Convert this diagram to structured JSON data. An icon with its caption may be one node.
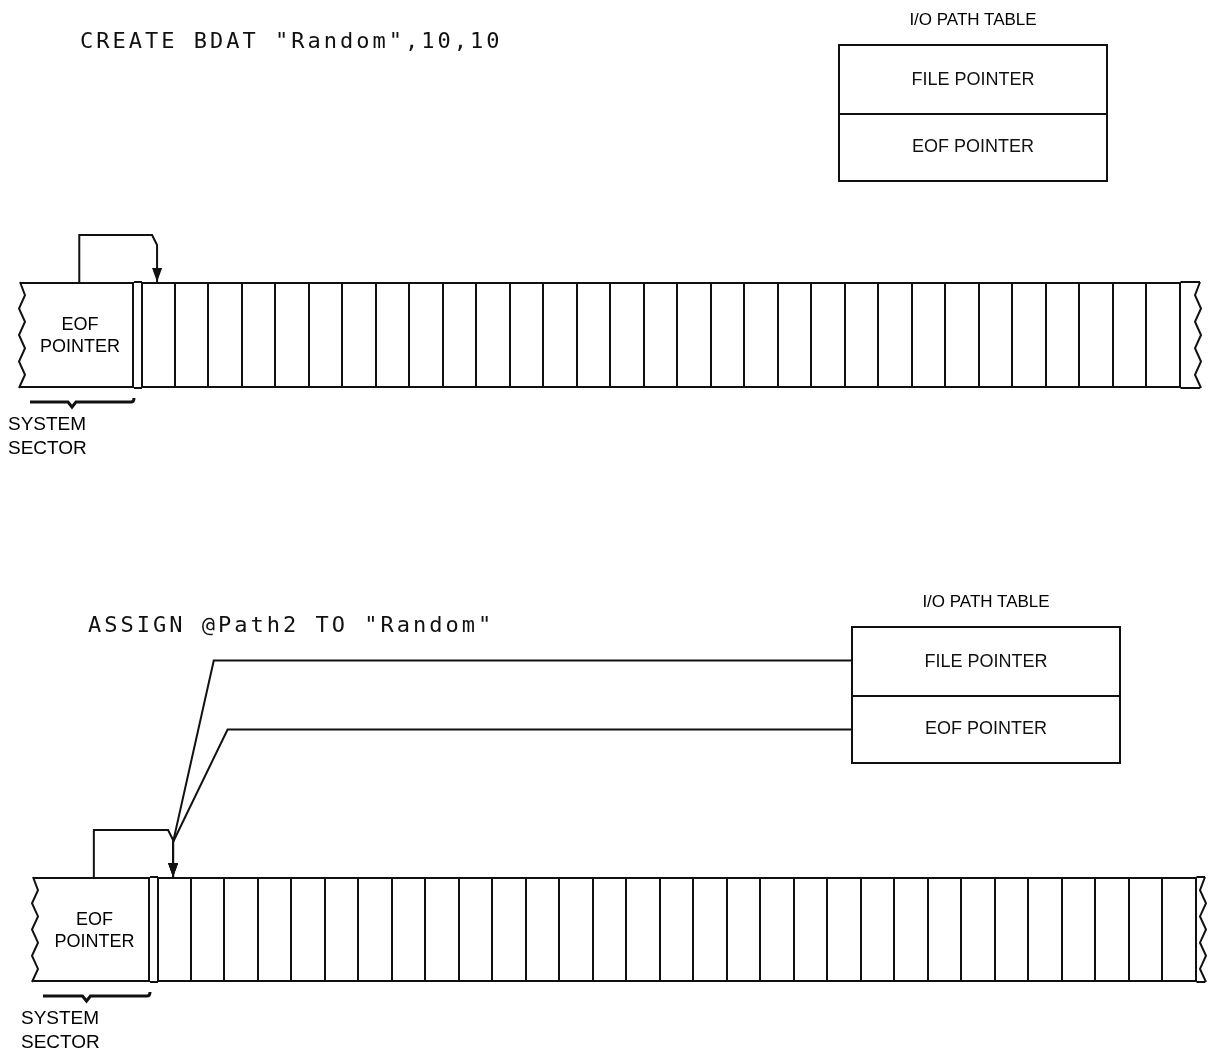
{
  "diagram": {
    "nodes": [
      {
        "text": [
          "I/O PATH TABLE"
        ]
      },
      {
        "text": [
          "FILE POINTER"
        ],
        "in": 0
      },
      {
        "text": [
          "EOF POINTER"
        ],
        "in": 0
      },
      {
        "text": [
          "EOF POINTER"
        ],
        "beside": [
          "SYSTEM SECTOR"
        ]
      },
      {
        "text": [],
        "shape": "box"
      },
      {
        "text": [
          "I/O PATH TABLE"
        ]
      },
      {
        "text": [
          "FILE POINTER"
        ],
        "in": 5
      },
      {
        "text": [
          "EOF POINTER"
        ],
        "in": 5
      },
      {
        "text": [
          "EOF POINTER"
        ],
        "beside": [
          "SYSTEM SECTOR"
        ]
      },
      {
        "text": [],
        "shape": "box"
      }
    ],
    "edges": [
      {
        "from": 3,
        "to": 4,
        "arrow": "to"
      },
      {
        "from": 8,
        "to": 9,
        "arrow": "to"
      },
      {
        "from": 6,
        "to": 9,
        "arrow": "to"
      },
      {
        "from": 7,
        "to": 9,
        "arrow": "to"
      }
    ],
    "labels": [
      "CREATE BDAT \"Random\",10,10",
      "ASSIGN @Path2 TO \"Random\""
    ]
  }
}
